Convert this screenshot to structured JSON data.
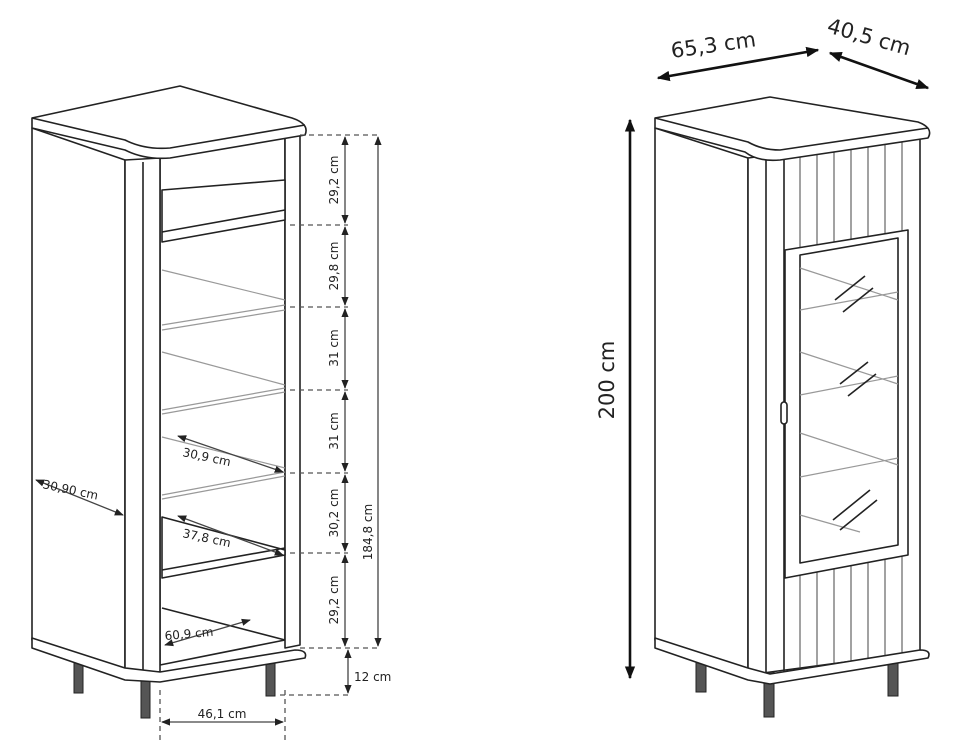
{
  "diagram": {
    "left_view": {
      "shelf_heights": [
        "29,2 cm",
        "29,8 cm",
        "31 cm",
        "31 cm",
        "30,2 cm",
        "29,2 cm"
      ],
      "inner_height": "184,8 cm",
      "leg_height": "12 cm",
      "inner_width": "46,1 cm",
      "bottom_depth": "60,9 cm",
      "lower_shelf_depth": "37,8 cm",
      "glass_shelf_depth": "30,9 cm",
      "side_depth": "30,90 cm"
    },
    "right_view": {
      "width": "65,3 cm",
      "depth": "40,5 cm",
      "height": "200 cm"
    }
  }
}
